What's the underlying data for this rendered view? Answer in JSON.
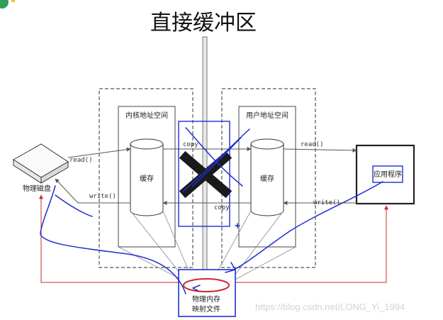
{
  "title": "直接缓冲区",
  "kernel_space": {
    "label": "内核地址空间",
    "buffer_label": "缓存"
  },
  "user_space": {
    "label": "用户地址空间",
    "buffer_label": "缓存"
  },
  "disk": {
    "label": "物理磁盘"
  },
  "application": {
    "label": "应用程序"
  },
  "physical_memory": {
    "line1": "物理内存",
    "line2": "映射文件"
  },
  "arrows": {
    "read_left": "read()",
    "write_left": "write()",
    "copy_top": "copy",
    "copy_bottom": "copy",
    "read_right": "read()",
    "write_right": "write()"
  },
  "watermark": "https://blog.csdn.net/LONG_Yi_1994",
  "colors": {
    "annotation_blue": "#1e2fd0",
    "mapping_red": "#cc2a2a",
    "cross_black": "#1a1a1a"
  }
}
